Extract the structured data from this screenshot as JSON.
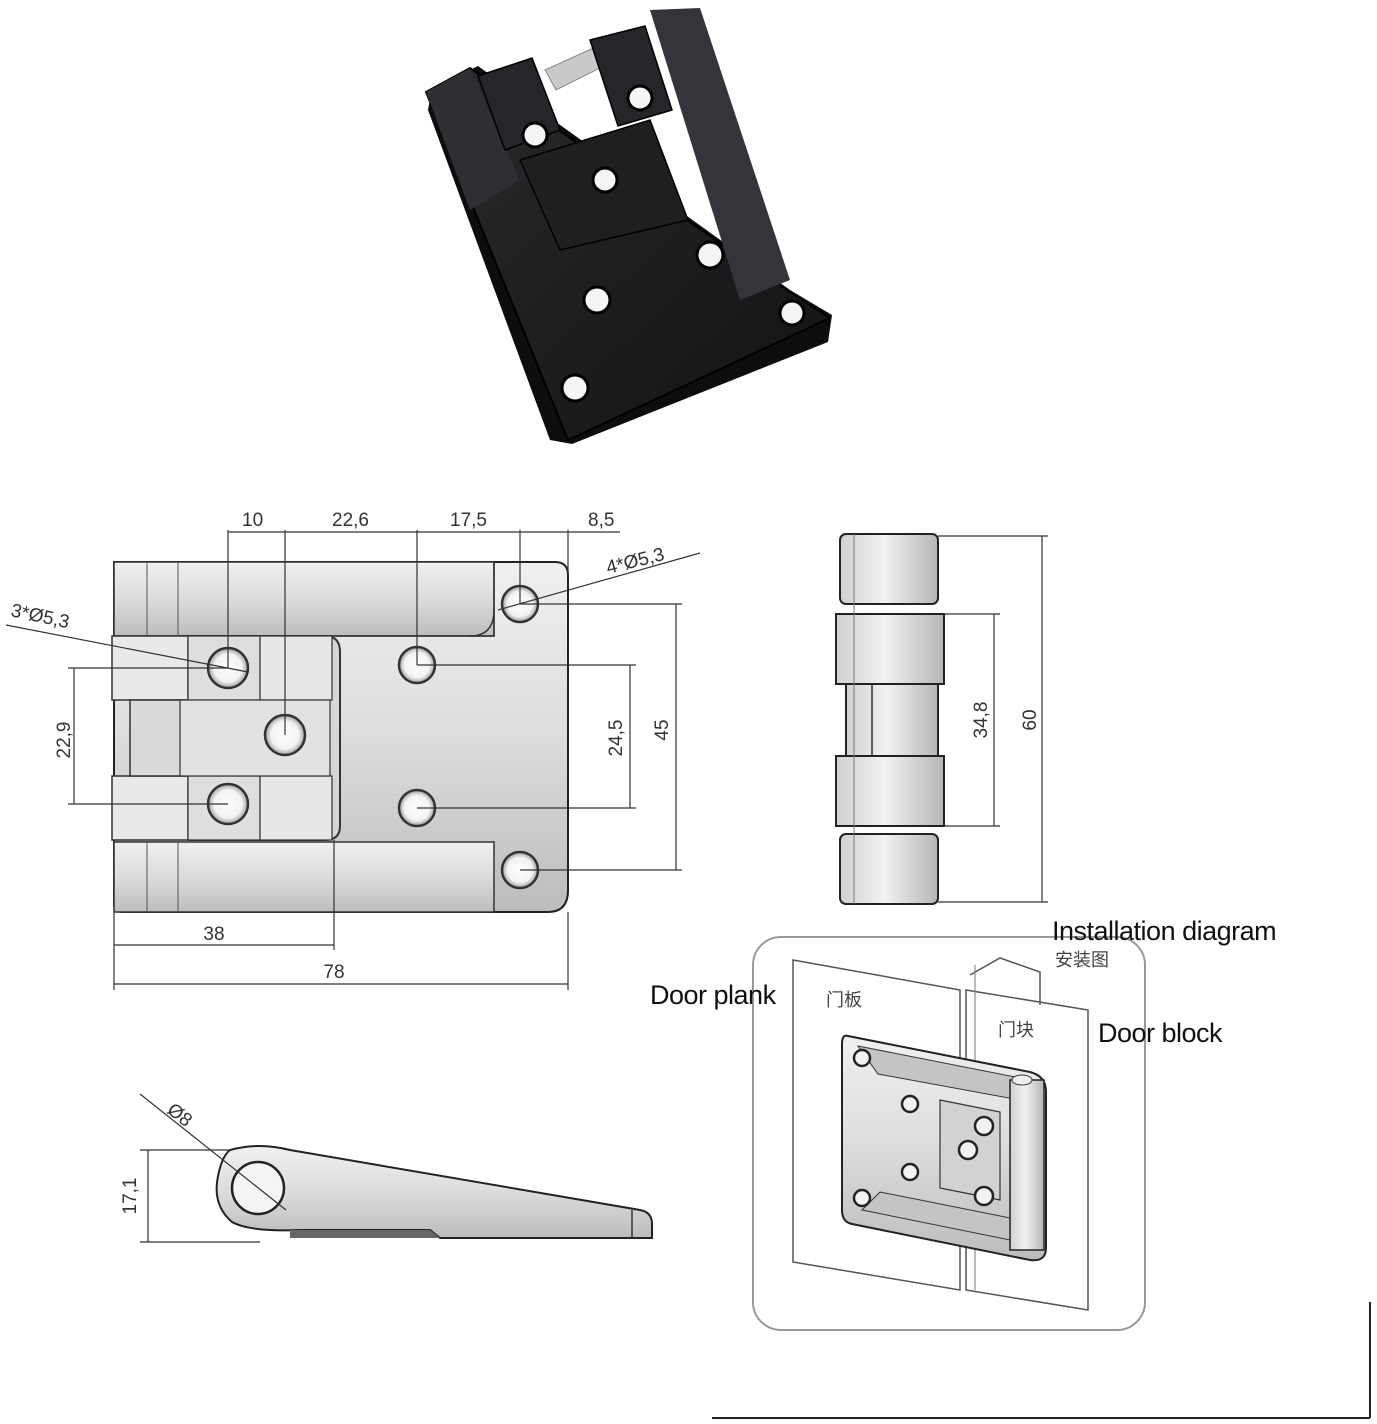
{
  "colors": {
    "hinge_black": "#1b1b1d",
    "metal_light": "#e4e4e4",
    "metal_mid": "#c6c6c6",
    "metal_dark": "#8d8d8d",
    "line": "#333333"
  },
  "front_view": {
    "dim_top": [
      "10",
      "22,6",
      "17,5",
      "8,5"
    ],
    "dim_hole_large": "4*Ø5,3",
    "dim_hole_small": "3*Ø5,3",
    "dim_left": "22,9",
    "dim_right_inner": "24,5",
    "dim_right_outer": "45",
    "dim_bottom_inner": "38",
    "dim_bottom_outer": "78"
  },
  "side_view": {
    "dim_inner": "34,8",
    "dim_outer": "60"
  },
  "profile_view": {
    "dim_diameter": "Ø8",
    "dim_height": "17,1"
  },
  "installation": {
    "title_en": "Installation diagram",
    "title_cn": "安装图",
    "door_plank_en": "Door plank",
    "door_plank_cn": "门板",
    "door_block_en": "Door block",
    "door_block_cn": "门块"
  }
}
